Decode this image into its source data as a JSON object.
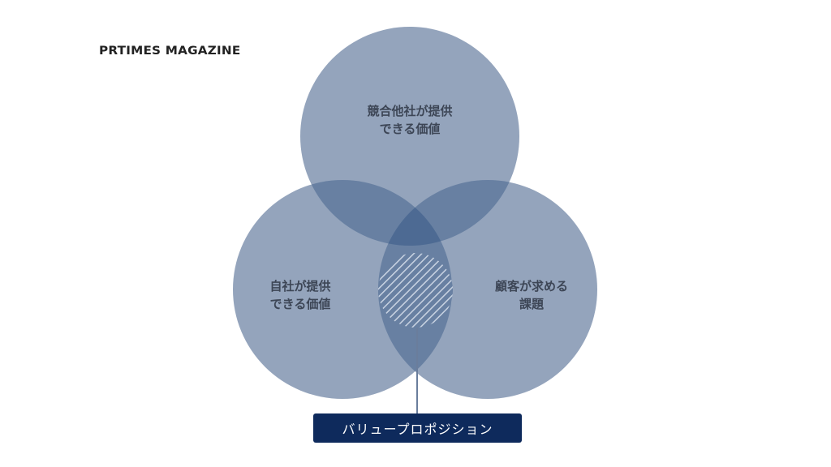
{
  "logo": {
    "text": "PRTIMES MAGAZINE"
  },
  "diagram": {
    "type": "venn",
    "colors": {
      "circle": "#94a4bc",
      "double_overlap": "#6880a2",
      "triple_overlap": "#4d6a93",
      "hatch_line": "#c9d3e2",
      "label_box": "#0e2a5c",
      "connector": "#6a7d9c"
    },
    "circles": [
      {
        "id": "competitors",
        "line1": "競合他社が提供",
        "line2": "できる価値"
      },
      {
        "id": "own-company",
        "line1": "自社が提供",
        "line2": "できる価値"
      },
      {
        "id": "customer",
        "line1": "顧客が求める",
        "line2": "課題"
      }
    ],
    "highlight_label": "バリュープロポジション"
  }
}
